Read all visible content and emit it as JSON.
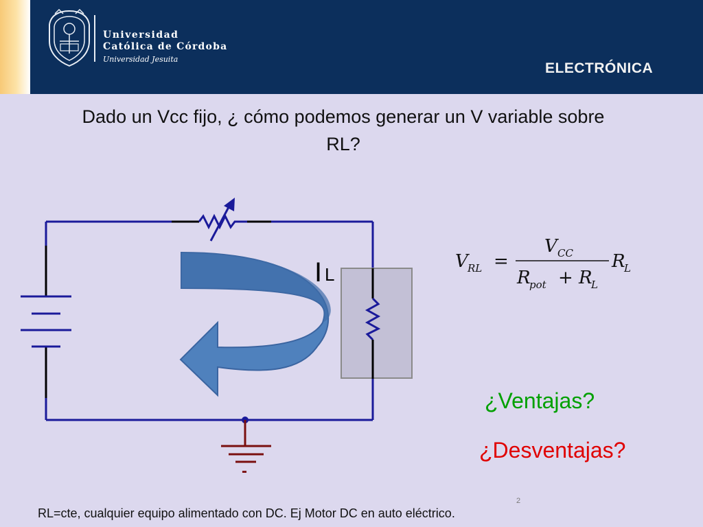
{
  "header": {
    "university_line1": "Universidad",
    "university_line2": "Católica de Córdoba",
    "university_line3": "Universidad Jesuita",
    "title": "ELECTRÓNICA",
    "bg_color": "#0c2f5c"
  },
  "slide": {
    "question": "Dado un Vcc fijo, ¿ cómo podemos generar un V variable sobre RL?",
    "current_label_main": "I",
    "current_label_sub": "L",
    "ground_symbol_label": "-",
    "ventajas": "¿Ventajas?",
    "desventajas": "¿Desventajas?",
    "slide_number": "2",
    "footer": "RL=cte, cualquier equipo alimentado con DC. Ej Motor DC en auto eléctrico."
  },
  "formula": {
    "lhs": "V",
    "lhs_sub": "RL",
    "numerator": "V",
    "numerator_sub": "CC",
    "den_a": "R",
    "den_a_sub": "pot",
    "den_plus": "+",
    "den_b": "R",
    "den_b_sub": "L",
    "rhs": "R",
    "rhs_sub": "L"
  },
  "colors": {
    "wire": "#1a1a9a",
    "ground": "#7a0f0f",
    "arrow": "#4f81bd",
    "load_box": "#c3c0d6",
    "ventajas": "#00a000",
    "desventajas": "#e00000"
  }
}
